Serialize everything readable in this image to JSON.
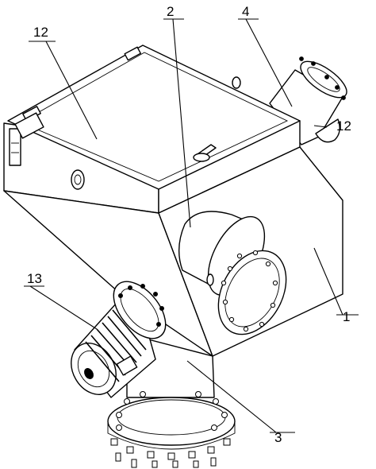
{
  "figure": {
    "labels": {
      "housing": "1",
      "inlet_pipe": "2",
      "outlet_pipe": "3",
      "top_pipe": "4",
      "cover": "12",
      "cover_right": "12",
      "motor": "13"
    }
  }
}
